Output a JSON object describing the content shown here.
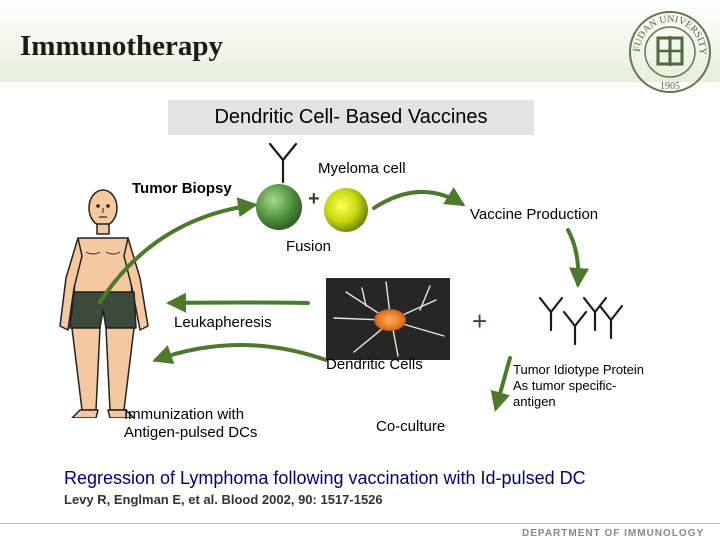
{
  "slide": {
    "title": "Immunotherapy",
    "subtitle": "Dendritic Cell- Based Vaccines",
    "footer": "DEPARTMENT OF IMMUNOLOGY"
  },
  "logo": {
    "text": "FUDAN UNIVERSITY",
    "year": "1905"
  },
  "diagram": {
    "tumor_biopsy": "Tumor Biopsy",
    "myeloma_cell": "Myeloma cell",
    "plus_top": "+",
    "vaccine_production": "Vaccine Production",
    "fusion": "Fusion",
    "leukapheresis": "Leukapheresis",
    "plus_mid": "+",
    "dendritic_cells": "Dendritic Cells",
    "tumor_idiotype_line1": "Tumor Idiotype Protein",
    "tumor_idiotype_line2": "As tumor specific-",
    "tumor_idiotype_line3": "antigen",
    "immunization_line1": "Immunization with",
    "immunization_line2": "Antigen-pulsed DCs",
    "co_culture": "Co-culture"
  },
  "result": {
    "headline": "Regression of Lymphoma following vaccination with Id-pulsed DC",
    "citation": "Levy R, Englman E, et al. Blood 2002, 90: 1517-1526"
  },
  "colors": {
    "arrow": "#4a7a2a",
    "tumor_cell": "#4f8f3c",
    "myeloma_cell": "#c8d812",
    "headline": "#000080",
    "shorts": "#3b4a3b",
    "skin": "#f4c9a0"
  }
}
